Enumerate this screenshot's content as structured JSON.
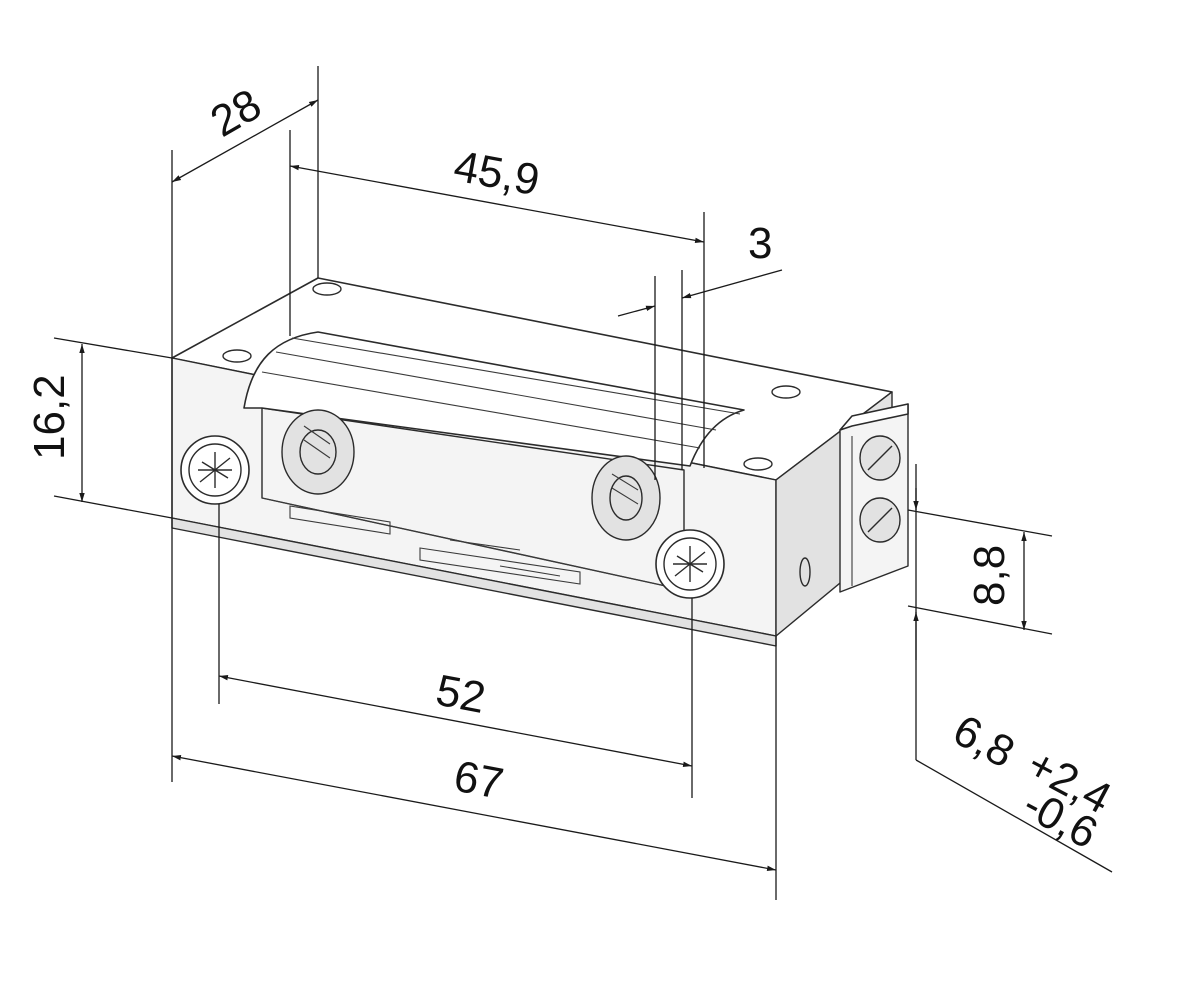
{
  "dimensions": {
    "depth": "28",
    "opening": "45,9",
    "lip": "3",
    "height": "16,2",
    "terminal_height": "8,8",
    "hole_spacing": "52",
    "length": "67",
    "adjust_nominal": "6,8",
    "adjust_plus": "+2,4",
    "adjust_minus": "-0,6"
  },
  "colors": {
    "line": "#2b2b2b",
    "face_light": "#f4f4f4",
    "face_mid": "#e2e2e2"
  }
}
